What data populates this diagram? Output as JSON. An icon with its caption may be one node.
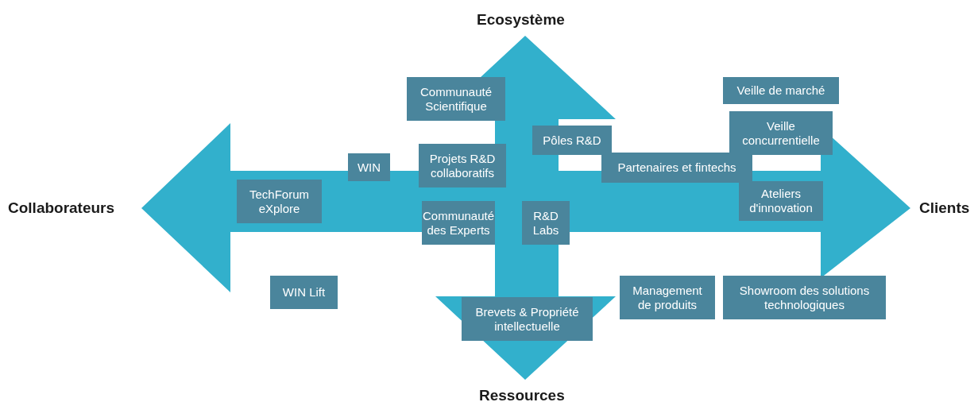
{
  "diagram": {
    "nodes": [
      {
        "text": [
          "Communauté Scientifique"
        ]
      },
      {
        "text": [
          "Veille de marché"
        ]
      },
      {
        "text": [
          "Pôles R&D"
        ]
      },
      {
        "text": [
          "Veille concurrentielle"
        ]
      },
      {
        "text": [
          "WIN"
        ]
      },
      {
        "text": [
          "Projets R&D collaboratifs"
        ]
      },
      {
        "text": [
          "Partenaires et fintechs"
        ]
      },
      {
        "text": [
          "TechForum eXplore"
        ]
      },
      {
        "text": [
          "Ateliers d'innovation"
        ]
      },
      {
        "text": [
          "Communauté des Experts"
        ]
      },
      {
        "text": [
          "R&D Labs"
        ]
      },
      {
        "text": [
          "WIN Lift"
        ]
      },
      {
        "text": [
          "Management de produits"
        ]
      },
      {
        "text": [
          "Showroom des solutions technologiques"
        ]
      },
      {
        "text": [
          "Brevets & Propriété intellectuelle"
        ]
      }
    ],
    "labels": [
      "Ecosystème",
      "Collaborateurs",
      "Clients",
      "Ressources"
    ]
  }
}
